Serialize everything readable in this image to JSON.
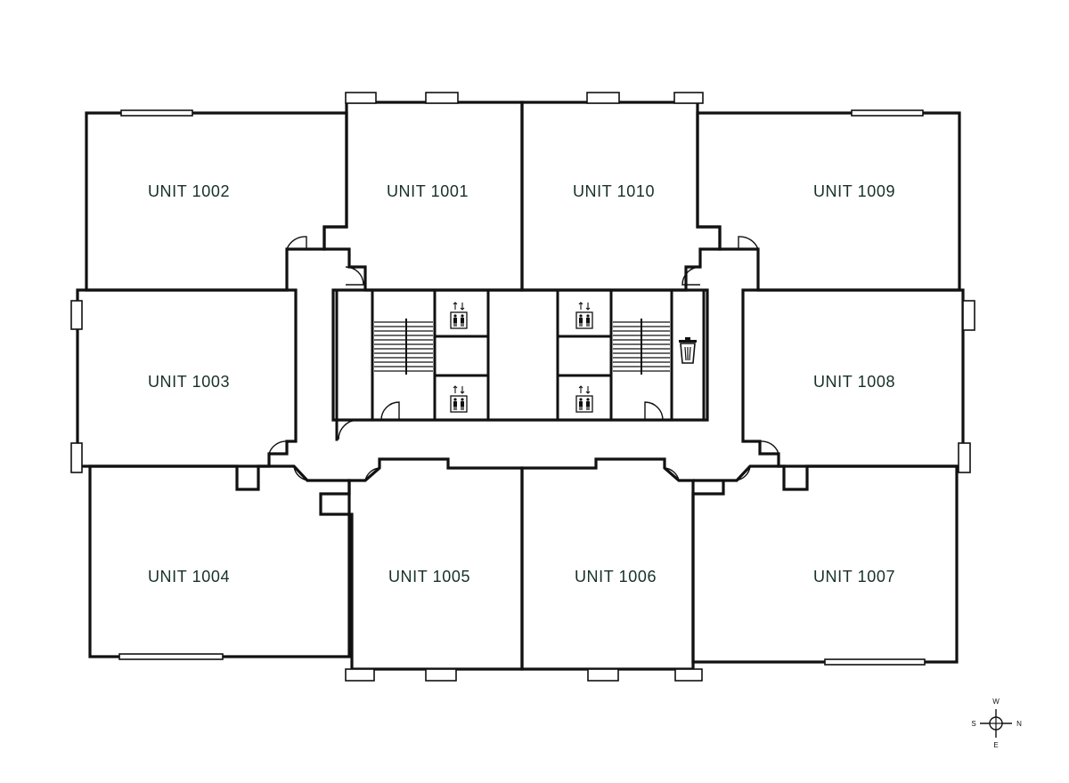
{
  "units": [
    {
      "id": "1002",
      "label": "UNIT 1002"
    },
    {
      "id": "1001",
      "label": "UNIT 1001"
    },
    {
      "id": "1010",
      "label": "UNIT 1010"
    },
    {
      "id": "1009",
      "label": "UNIT 1009"
    },
    {
      "id": "1003",
      "label": "UNIT 1003"
    },
    {
      "id": "1008",
      "label": "UNIT 1008"
    },
    {
      "id": "1004",
      "label": "UNIT 1004"
    },
    {
      "id": "1005",
      "label": "UNIT 1005"
    },
    {
      "id": "1006",
      "label": "UNIT 1006"
    },
    {
      "id": "1007",
      "label": "UNIT 1007"
    }
  ],
  "compass": {
    "top": "W",
    "bottom": "E",
    "left": "S",
    "right": "N"
  },
  "icons": {
    "elevators": [
      "elevator-icon",
      "elevator-icon",
      "elevator-icon",
      "elevator-icon"
    ],
    "trash": "trash-icon",
    "stairs": [
      "stairs-icon",
      "stairs-icon"
    ]
  },
  "colors": {
    "label": "#17302a",
    "wall": "#111111",
    "background": "#ffffff"
  }
}
